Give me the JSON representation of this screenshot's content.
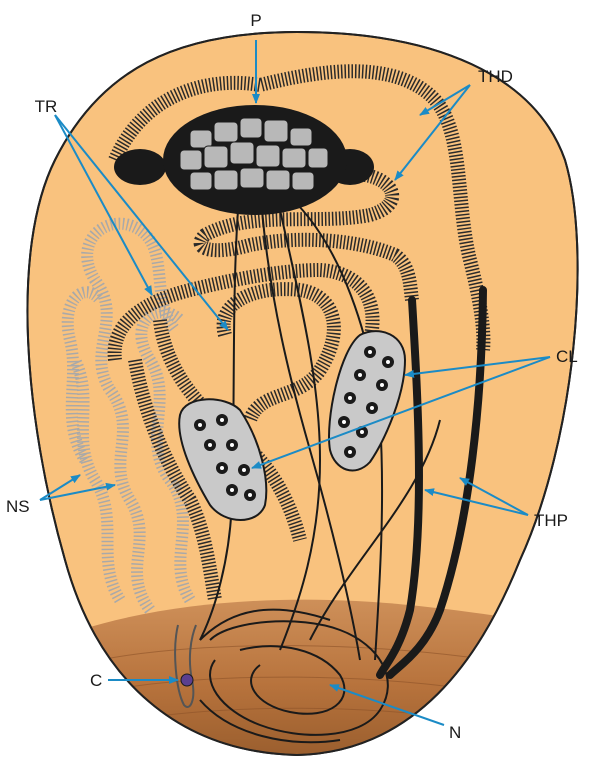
{
  "labels": {
    "P": "P",
    "THD": "THD",
    "TR": "TR",
    "CL": "CL",
    "NS": "NS",
    "THP": "THP",
    "C": "C",
    "N": "N"
  },
  "colors": {
    "body": "#f9c27e",
    "base": "#b6743f",
    "arrow": "#1b8bc6",
    "dark": "#1a1a1a",
    "cell": "#b8b8b8",
    "dot": "#5b3f8f"
  }
}
